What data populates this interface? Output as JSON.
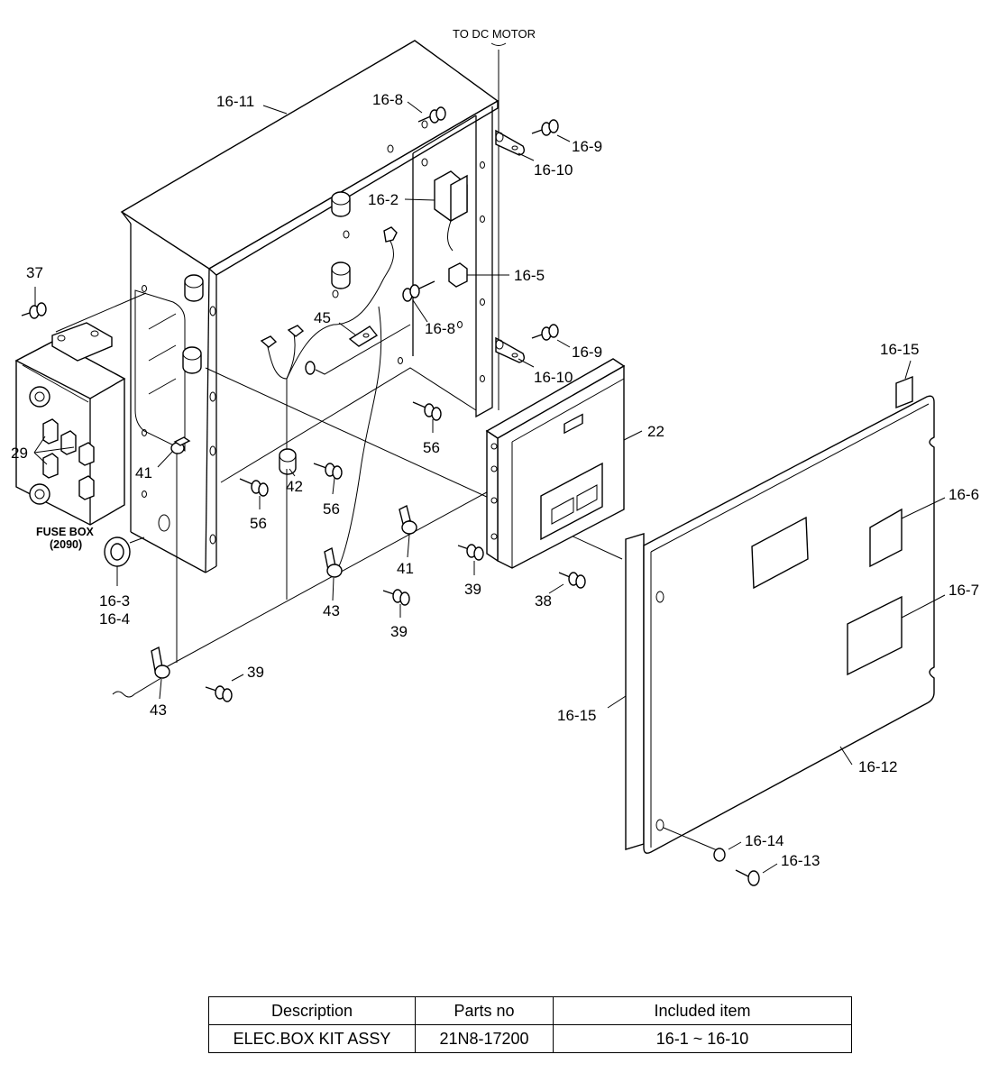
{
  "labels": {
    "to_dc_motor": "TO DC MOTOR",
    "p16_11": "16-11",
    "p16_8_top": "16-8",
    "p16_9_top": "16-9",
    "p16_10_top": "16-10",
    "p16_2": "16-2",
    "p16_5": "16-5",
    "p16_8_mid": "16-8",
    "p45": "45",
    "p16_9_mid": "16-9",
    "p16_10_mid": "16-10",
    "p37": "37",
    "p29": "29",
    "fuse_box": "FUSE BOX",
    "fuse_box_code": "(2090)",
    "p41_left": "41",
    "p42": "42",
    "p56_right": "56",
    "p56_mid": "56",
    "p56_left": "56",
    "p22": "22",
    "p16_15_top": "16-15",
    "p16_6": "16-6",
    "p16_7": "16-7",
    "p16_3": "16-3",
    "p16_4": "16-4",
    "p41_mid": "41",
    "p39_a": "39",
    "p38": "38",
    "p43_mid": "43",
    "p39_b": "39",
    "p39_c": "39",
    "p43_left": "43",
    "p16_15_left": "16-15",
    "p16_12": "16-12",
    "p16_14": "16-14",
    "p16_13": "16-13"
  },
  "parts_table": {
    "headers": [
      "Description",
      "Parts no",
      "Included item"
    ],
    "rows": [
      [
        "ELEC.BOX KIT ASSY",
        "21N8-17200",
        "16-1 ~ 16-10"
      ]
    ]
  }
}
